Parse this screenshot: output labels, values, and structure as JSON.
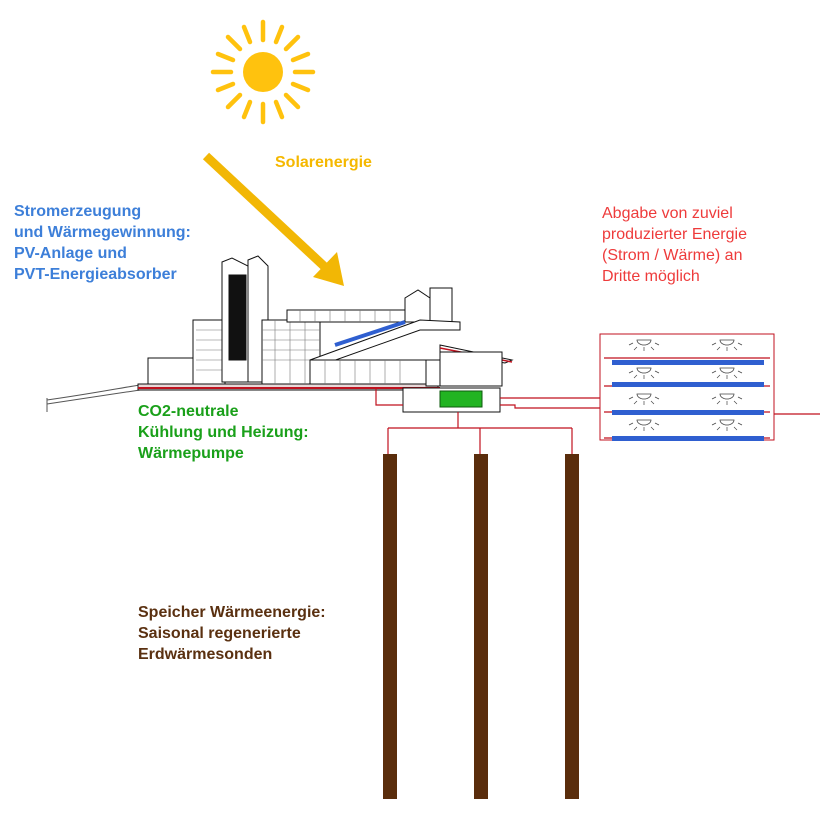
{
  "labels": {
    "solar": {
      "lines": [
        "Solarenergie"
      ],
      "color": "#f5b800"
    },
    "pv": {
      "lines": [
        "Stromerzeugung",
        "und Wärmegewinnung:",
        "PV-Anlage und",
        "PVT-Energieabsorber"
      ],
      "color": "#3d7fd9"
    },
    "export": {
      "lines": [
        "Abgabe von zuviel",
        "produzierter Energie",
        "(Strom / Wärme) an",
        "Dritte möglich"
      ],
      "color": "#ee3b3b"
    },
    "pump": {
      "lines": [
        "CO2-neutrale",
        "Kühlung und Heizung:",
        "Wärmepumpe"
      ],
      "color": "#1aa01a"
    },
    "storage": {
      "lines": [
        "Speicher Wärmeenergie:",
        "Saisonal regenerierte",
        "Erdwärmesonden"
      ],
      "color": "#5a3010"
    }
  },
  "colors": {
    "sun": "#ffc20e",
    "arrow": "#f2b705",
    "pipes": "#c0121f",
    "heat_pump": "#22b422",
    "probes": "#5a2d0c",
    "panels": "#2f5fd0",
    "building_line": "#111111"
  },
  "icons": [
    "sun-icon",
    "solar-arrow-icon",
    "building-icon",
    "heat-pump-icon",
    "geothermal-probe-icon",
    "neighbor-building-icon"
  ]
}
